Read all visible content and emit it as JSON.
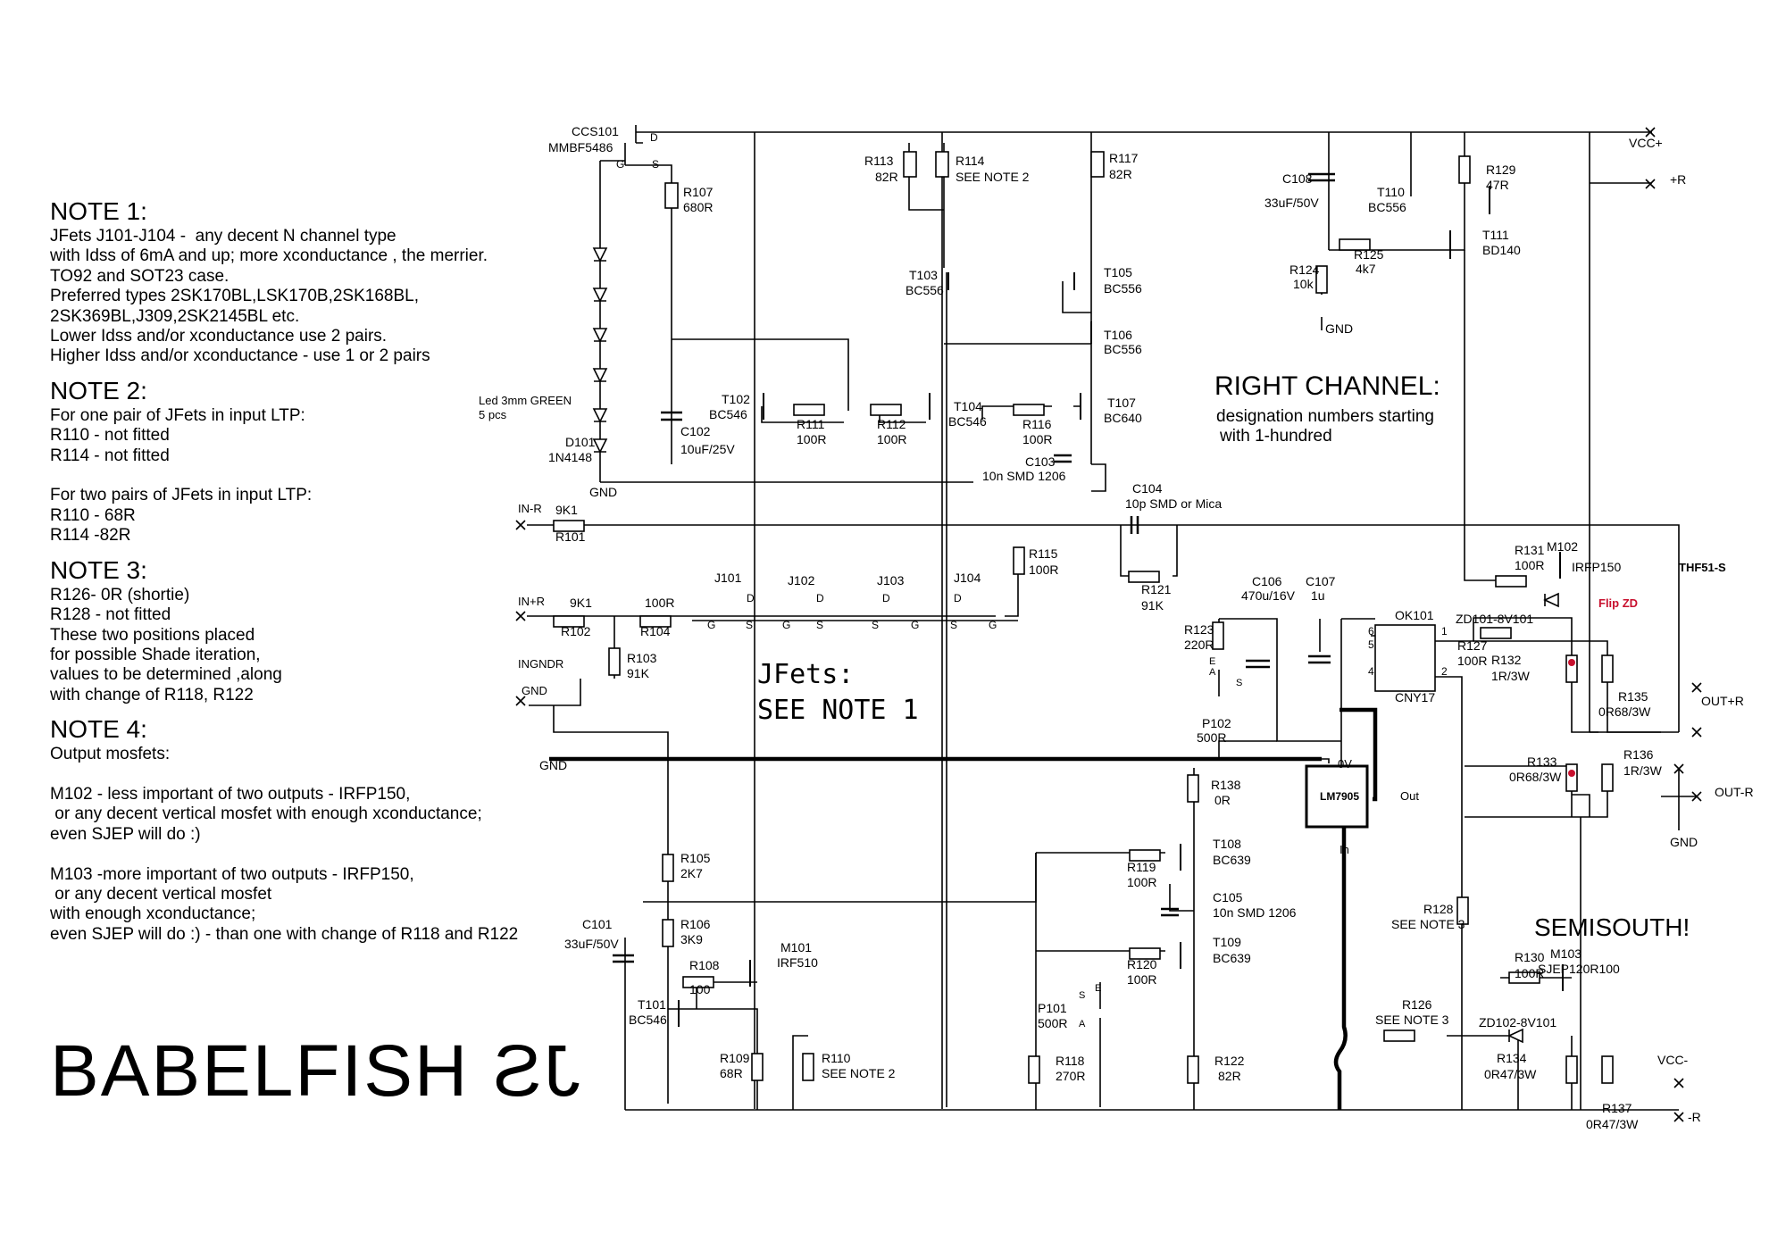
{
  "notes": [
    {
      "title": "NOTE 1:",
      "lines": [
        "JFets J101-J104 -  any decent N channel type",
        "with Idss of 6mA and up; more xconductance , the merrier.",
        "TO92 and SOT23 case.",
        "Preferred types 2SK170BL,LSK170B,2SK168BL,",
        "2SK369BL,J309,2SK2145BL etc.",
        "Lower Idss and/or xconductance use 2 pairs.",
        "Higher Idss and/or xconductance - use 1 or 2 pairs"
      ]
    },
    {
      "title": "NOTE 2:",
      "lines": [
        "For one pair of JFets in input LTP:",
        "R110 - not fitted",
        "R114 - not fitted",
        "",
        "For two pairs of JFets in input LTP:",
        "R110 - 68R",
        "R114 -82R"
      ]
    },
    {
      "title": "NOTE 3:",
      "lines": [
        "R126- 0R (shortie)",
        "R128 - not fitted",
        "These two positions placed",
        "for possible Shade iteration,",
        "values to be determined ,along",
        "with change of R118, R122"
      ]
    },
    {
      "title": "NOTE 4:",
      "lines": [
        "Output mosfets:",
        "",
        "M102 - less important of two outputs - IRFP150,",
        " or any decent vertical mosfet with enough xconductance;",
        "even SJEP will do :)",
        "",
        "M103 -more important of two outputs - IRFP150,",
        " or any decent vertical mosfet",
        "with enough xconductance;",
        "even SJEP will do :) - than one with change of R118 and R122"
      ]
    }
  ],
  "brand": {
    "text": "BABELFISH",
    "mirrored": "JS"
  },
  "headings": {
    "right_channel": "RIGHT CHANNEL:",
    "right_sub1": "designation numbers starting",
    "right_sub2": "with 1-hundred",
    "jfets1": "JFets:",
    "jfets2": "SEE NOTE 1",
    "semisouth": "SEMISOUTH!"
  },
  "labels": [
    [
      "CCS101",
      640,
      152,
      14
    ],
    [
      "MMBF5486",
      614,
      170,
      14
    ],
    [
      "D",
      728,
      158,
      12
    ],
    [
      "G",
      690,
      188,
      12
    ],
    [
      "S",
      730,
      188,
      12
    ],
    [
      "R107",
      765,
      220,
      14
    ],
    [
      "680R",
      765,
      237,
      14
    ],
    [
      "Led 3mm GREEN",
      536,
      453,
      13
    ],
    [
      "5 pcs",
      536,
      469,
      13
    ],
    [
      "D101",
      633,
      500,
      14
    ],
    [
      "1N4148",
      614,
      517,
      14
    ],
    [
      "GND",
      660,
      556,
      14
    ],
    [
      "C102",
      762,
      488,
      14
    ],
    [
      "10uF/25V",
      762,
      508,
      14
    ],
    [
      "T102",
      808,
      452,
      14
    ],
    [
      "BC546",
      794,
      469,
      14
    ],
    [
      "R111",
      892,
      480,
      14
    ],
    [
      "100R",
      892,
      497,
      14
    ],
    [
      "R112",
      982,
      480,
      14
    ],
    [
      "100R",
      982,
      497,
      14
    ],
    [
      "T104",
      1068,
      460,
      14
    ],
    [
      "BC546",
      1062,
      477,
      14
    ],
    [
      "R116",
      1145,
      480,
      14
    ],
    [
      "100R",
      1145,
      497,
      14
    ],
    [
      "T107",
      1240,
      456,
      14
    ],
    [
      "BC640",
      1236,
      473,
      14
    ],
    [
      "C103",
      1148,
      522,
      14
    ],
    [
      "10n SMD 1206",
      1100,
      538,
      14
    ],
    [
      "R113",
      968,
      185,
      14
    ],
    [
      "82R",
      980,
      203,
      14
    ],
    [
      "R114",
      1070,
      185,
      14
    ],
    [
      "SEE NOTE 2",
      1070,
      203,
      14
    ],
    [
      "R117",
      1242,
      182,
      14
    ],
    [
      "82R",
      1242,
      200,
      14
    ],
    [
      "T103",
      1018,
      313,
      14
    ],
    [
      "BC556",
      1014,
      330,
      14
    ],
    [
      "T105",
      1236,
      310,
      14
    ],
    [
      "BC556",
      1236,
      328,
      14
    ],
    [
      "T106",
      1236,
      380,
      14
    ],
    [
      "BC556",
      1236,
      396,
      14
    ],
    [
      "C104",
      1268,
      552,
      14
    ],
    [
      "10p SMD or Mica",
      1260,
      569,
      14
    ],
    [
      "IN-R",
      580,
      574,
      13
    ],
    [
      "9K1",
      622,
      576,
      14
    ],
    [
      "R101",
      622,
      606,
      14
    ],
    [
      "R121",
      1278,
      665,
      14
    ],
    [
      "91K",
      1278,
      683,
      14
    ],
    [
      "R115",
      1152,
      625,
      14
    ],
    [
      "100R",
      1152,
      643,
      14
    ],
    [
      "J101",
      800,
      652,
      14
    ],
    [
      "J102",
      882,
      655,
      14
    ],
    [
      "J103",
      982,
      655,
      14
    ],
    [
      "J104",
      1068,
      652,
      14
    ],
    [
      "D",
      836,
      674,
      12
    ],
    [
      "D",
      914,
      674,
      12
    ],
    [
      "D",
      988,
      674,
      12
    ],
    [
      "D",
      1068,
      674,
      12
    ],
    [
      "G",
      792,
      704,
      12
    ],
    [
      "S",
      835,
      704,
      12
    ],
    [
      "G",
      876,
      704,
      12
    ],
    [
      "S",
      914,
      704,
      12
    ],
    [
      "S",
      976,
      704,
      12
    ],
    [
      "G",
      1020,
      704,
      12
    ],
    [
      "S",
      1064,
      704,
      12
    ],
    [
      "G",
      1107,
      704,
      12
    ],
    [
      "IN+R",
      580,
      678,
      13
    ],
    [
      "9K1",
      638,
      680,
      14
    ],
    [
      "R102",
      628,
      712,
      14
    ],
    [
      "100R",
      722,
      680,
      14
    ],
    [
      "R104",
      717,
      712,
      14
    ],
    [
      "INGNDR",
      580,
      748,
      13
    ],
    [
      "GND",
      584,
      778,
      13
    ],
    [
      "R103",
      702,
      742,
      14
    ],
    [
      "91K",
      702,
      759,
      14
    ],
    [
      "GND",
      604,
      862,
      14
    ],
    [
      "C106",
      1402,
      656,
      14
    ],
    [
      "470u/16V",
      1390,
      672,
      14
    ],
    [
      "C107",
      1462,
      656,
      14
    ],
    [
      "1u",
      1468,
      672,
      14
    ],
    [
      "R123",
      1326,
      710,
      14
    ],
    [
      "220R",
      1326,
      727,
      14
    ],
    [
      "P102",
      1346,
      815,
      14
    ],
    [
      "500R",
      1340,
      831,
      14
    ],
    [
      "A",
      1354,
      756,
      11
    ],
    [
      "E",
      1354,
      744,
      11
    ],
    [
      "S",
      1384,
      768,
      11
    ],
    [
      "OK101",
      1562,
      694,
      14
    ],
    [
      "CNY17",
      1562,
      786,
      14
    ],
    [
      "6",
      1532,
      711,
      12
    ],
    [
      "5",
      1532,
      726,
      12
    ],
    [
      "4",
      1532,
      756,
      12
    ],
    [
      "1",
      1614,
      711,
      12
    ],
    [
      "2",
      1614,
      756,
      12
    ],
    [
      "ZD101-8V101",
      1630,
      698,
      14
    ],
    [
      "R127",
      1632,
      728,
      14
    ],
    [
      "100R",
      1632,
      745,
      14
    ],
    [
      "R132",
      1670,
      744,
      14
    ],
    [
      "1R/3W",
      1670,
      762,
      14
    ],
    [
      "R135",
      1812,
      785,
      14
    ],
    [
      "0R68/3W",
      1790,
      802,
      14
    ],
    [
      "R131",
      1696,
      621,
      14
    ],
    [
      "100R",
      1696,
      638,
      14
    ],
    [
      "M102",
      1732,
      617,
      14
    ],
    [
      "IRFP150",
      1760,
      640,
      14
    ],
    [
      "OUT+R",
      1905,
      790,
      14
    ],
    [
      "R133",
      1710,
      858,
      14
    ],
    [
      "0R68/3W",
      1690,
      875,
      14
    ],
    [
      "R136",
      1818,
      850,
      14
    ],
    [
      "1R/3W",
      1818,
      868,
      14
    ],
    [
      "OUT-R",
      1920,
      892,
      14
    ],
    [
      "GND",
      1870,
      948,
      14
    ],
    [
      "0V",
      1498,
      860,
      13
    ],
    [
      "Out",
      1568,
      896,
      13
    ],
    [
      "In",
      1500,
      956,
      13
    ],
    [
      "R138",
      1356,
      884,
      14
    ],
    [
      "0R",
      1360,
      901,
      14
    ],
    [
      "T108",
      1358,
      950,
      14
    ],
    [
      "BC639",
      1358,
      968,
      14
    ],
    [
      "R119",
      1262,
      976,
      14
    ],
    [
      "100R",
      1262,
      993,
      14
    ],
    [
      "C105",
      1358,
      1010,
      14
    ],
    [
      "10n SMD 1206",
      1358,
      1027,
      14
    ],
    [
      "T109",
      1358,
      1060,
      14
    ],
    [
      "BC639",
      1358,
      1078,
      14
    ],
    [
      "R120",
      1262,
      1085,
      14
    ],
    [
      "100R",
      1262,
      1102,
      14
    ],
    [
      "S",
      1208,
      1118,
      11
    ],
    [
      "A",
      1208,
      1150,
      11
    ],
    [
      "E",
      1226,
      1110,
      11
    ],
    [
      "P101",
      1162,
      1134,
      14
    ],
    [
      "500R",
      1162,
      1151,
      14
    ],
    [
      "R118",
      1182,
      1193,
      14
    ],
    [
      "270R",
      1182,
      1210,
      14
    ],
    [
      "R122",
      1360,
      1193,
      14
    ],
    [
      "82R",
      1364,
      1210,
      14
    ],
    [
      "R128",
      1594,
      1023,
      14
    ],
    [
      "SEE NOTE 3",
      1558,
      1040,
      14
    ],
    [
      "R126",
      1570,
      1130,
      14
    ],
    [
      "SEE NOTE 3",
      1540,
      1147,
      14
    ],
    [
      "R130",
      1696,
      1077,
      14
    ],
    [
      "100R",
      1696,
      1095,
      14
    ],
    [
      "M103",
      1736,
      1073,
      14
    ],
    [
      "SJEP120R100",
      1722,
      1090,
      14
    ],
    [
      "ZD102-8V101",
      1656,
      1150,
      14
    ],
    [
      "R134",
      1676,
      1190,
      14
    ],
    [
      "0R47/3W",
      1662,
      1208,
      14
    ],
    [
      "R137",
      1794,
      1246,
      14
    ],
    [
      "0R47/3W",
      1776,
      1264,
      14
    ],
    [
      "VCC-",
      1856,
      1192,
      14
    ],
    [
      "-R",
      1890,
      1256,
      14
    ],
    [
      "C101",
      652,
      1040,
      14
    ],
    [
      "33uF/50V",
      632,
      1062,
      14
    ],
    [
      "R105",
      762,
      966,
      14
    ],
    [
      "2K7",
      762,
      983,
      14
    ],
    [
      "R106",
      762,
      1040,
      14
    ],
    [
      "3K9",
      762,
      1057,
      14
    ],
    [
      "R108",
      772,
      1086,
      14
    ],
    [
      "100",
      772,
      1113,
      14
    ],
    [
      "M101",
      874,
      1066,
      14
    ],
    [
      "IRF510",
      870,
      1083,
      14
    ],
    [
      "T101",
      714,
      1130,
      14
    ],
    [
      "BC546",
      704,
      1147,
      14
    ],
    [
      "R109",
      806,
      1190,
      14
    ],
    [
      "68R",
      806,
      1207,
      14
    ],
    [
      "R110",
      920,
      1190,
      14
    ],
    [
      "SEE NOTE 2",
      920,
      1207,
      14
    ],
    [
      "VCC+",
      1824,
      165,
      14
    ],
    [
      "+R",
      1870,
      206,
      14
    ],
    [
      "C108",
      1436,
      205,
      14
    ],
    [
      "33uF/50V",
      1416,
      232,
      14
    ],
    [
      "T110",
      1542,
      220,
      14
    ],
    [
      "BC556",
      1532,
      237,
      14
    ],
    [
      "R129",
      1664,
      195,
      14
    ],
    [
      "47R",
      1664,
      212,
      14
    ],
    [
      "R125",
      1516,
      290,
      14
    ],
    [
      "4k7",
      1518,
      306,
      14
    ],
    [
      "R124",
      1444,
      307,
      14
    ],
    [
      "10k",
      1448,
      323,
      14
    ],
    [
      "GND",
      1484,
      373,
      14
    ],
    [
      "T111",
      1660,
      268,
      14
    ],
    [
      "BD140",
      1660,
      285,
      14
    ]
  ],
  "red_labels": [
    [
      "Flip ZD",
      1790,
      680,
      13
    ]
  ],
  "bold_labels": [
    [
      "THF51-S",
      1880,
      640,
      13
    ],
    [
      "LM7905",
      1478,
      896,
      12
    ]
  ]
}
